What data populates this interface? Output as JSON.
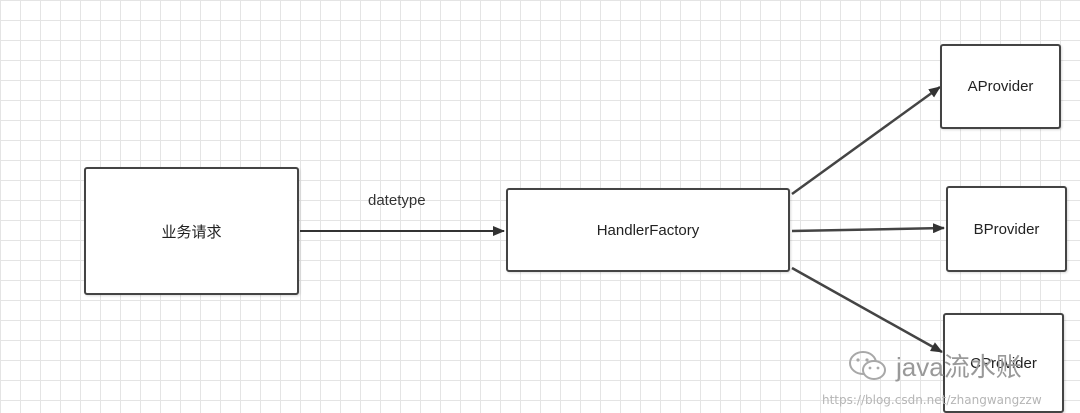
{
  "nodes": {
    "request": "业务请求",
    "factory": "HandlerFactory",
    "a": "AProvider",
    "b": "BProvider",
    "c": "CProvider"
  },
  "edges": {
    "request_to_factory": "datetype"
  },
  "watermark": {
    "text": "java流水账",
    "url": "https://blog.csdn.net/zhangwangzzw"
  },
  "icons": {
    "watermark": "wechat-icon"
  }
}
